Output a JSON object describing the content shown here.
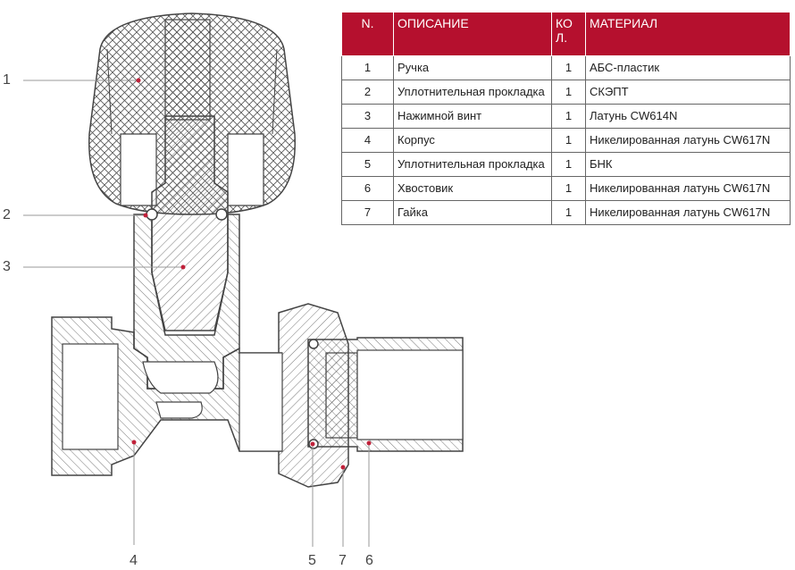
{
  "table": {
    "headers": {
      "num": "N.",
      "desc": "ОПИСАНИЕ",
      "qty": "КО Л.",
      "material": "МАТЕРИАЛ"
    },
    "rows": [
      {
        "num": "1",
        "desc": "Ручка",
        "qty": "1",
        "material": "АБС-пластик"
      },
      {
        "num": "2",
        "desc": "Уплотнительная прокладка",
        "qty": "1",
        "material": "СКЭПТ"
      },
      {
        "num": "3",
        "desc": "Нажимной винт",
        "qty": "1",
        "material": "Латунь CW614N"
      },
      {
        "num": "4",
        "desc": "Корпус",
        "qty": "1",
        "material": "Никелированная латунь CW617N"
      },
      {
        "num": "5",
        "desc": "Уплотнительная прокладка",
        "qty": "1",
        "material": "БНК"
      },
      {
        "num": "6",
        "desc": "Хвостовик",
        "qty": "1",
        "material": "Никелированная латунь CW617N"
      },
      {
        "num": "7",
        "desc": "Гайка",
        "qty": "1",
        "material": "Никелированная латунь CW617N"
      }
    ]
  },
  "callouts": [
    "1",
    "2",
    "3",
    "4",
    "5",
    "7",
    "6"
  ],
  "colors": {
    "header_bg": "#b5102e",
    "leader_dot": "#c0213a",
    "outline": "#444444"
  }
}
